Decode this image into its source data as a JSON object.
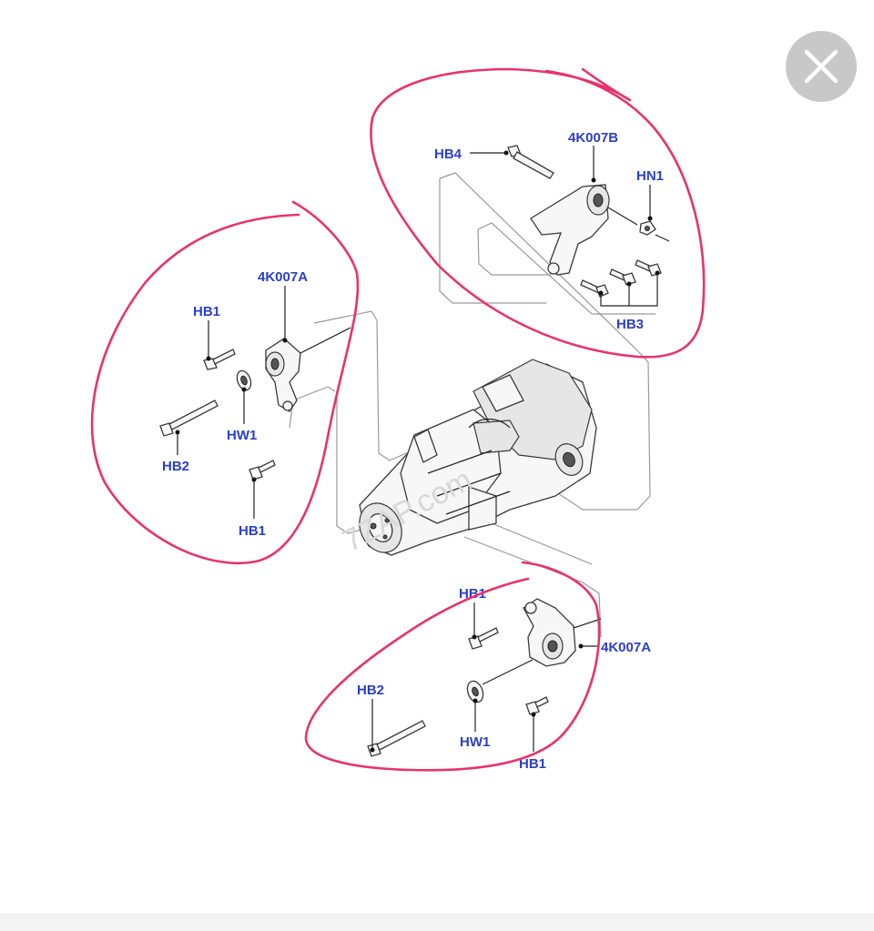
{
  "viewer": {
    "close_icon": "close-x-icon",
    "close_button_color": "#c8c8c8"
  },
  "diagram": {
    "watermark": "7ZAP.com",
    "label_color": "#2b3fc9",
    "marker_color": "#e8336a",
    "labels": {
      "top_bracket_part": "4K007B",
      "top_bolt_hb4": "HB4",
      "top_nut_hn1": "HN1",
      "top_bolts_hb3": "HB3",
      "left_bracket_part": "4K007A",
      "left_bolt_hb1_upper": "HB1",
      "left_bolt_hb2": "HB2",
      "left_washer_hw1": "HW1",
      "left_bolt_hb1_lower": "HB1",
      "bottom_bolt_hb1_upper": "HB1",
      "bottom_bracket_part": "4K007A",
      "bottom_bolt_hb2": "HB2",
      "bottom_washer_hw1": "HW1",
      "bottom_bolt_hb1_lower": "HB1"
    }
  }
}
